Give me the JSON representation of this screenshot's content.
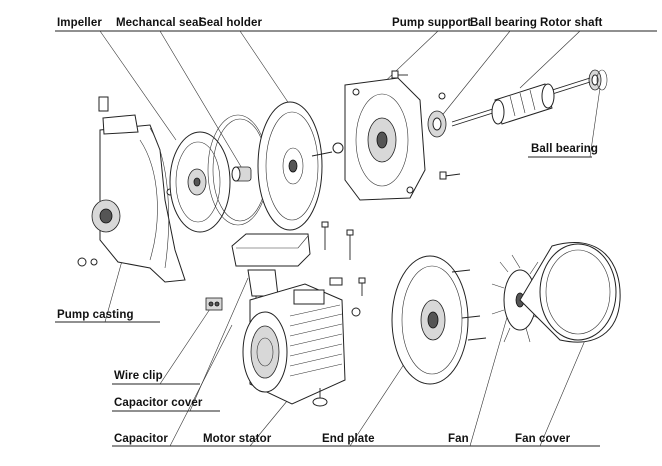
{
  "labels": {
    "impeller": "Impeller",
    "mechanical_seal": "Mechancal seal",
    "seal_holder": "Seal holder",
    "pump_support": "Pump support",
    "ball_bearing_top": "Ball bearing",
    "rotor_shaft": "Rotor shaft",
    "ball_bearing_right": "Ball bearing",
    "pump_casting": "Pump casting",
    "wire_clip": "Wire clip",
    "capacitor_cover": "Capacitor cover",
    "capacitor": "Capacitor",
    "motor_stator": "Motor stator",
    "end_plate": "End plate",
    "fan": "Fan",
    "fan_cover": "Fan cover"
  }
}
